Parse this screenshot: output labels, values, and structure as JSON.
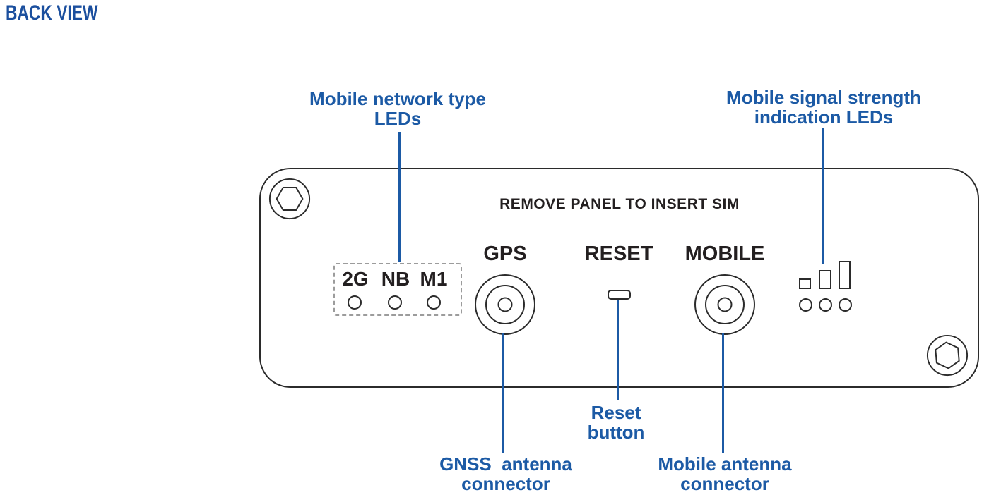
{
  "title": "BACK VIEW",
  "colors": {
    "accent_blue": "#1c5aa5",
    "ink": "#231f20",
    "dashed_gray": "#9c9c9c"
  },
  "callouts": {
    "network_type": "Mobile network type\nLEDs",
    "signal_strength": "Mobile signal strength\nindication LEDs",
    "reset": "Reset\nbutton",
    "gnss": "GNSS  antenna\nconnector",
    "mobile_antenna": "Mobile antenna\nconnector"
  },
  "panel": {
    "sim_notice": "REMOVE PANEL TO INSERT SIM",
    "gps_label": "GPS",
    "reset_label": "RESET",
    "mobile_label": "MOBILE",
    "network_leds": [
      {
        "label": "2G"
      },
      {
        "label": "NB"
      },
      {
        "label": "M1"
      }
    ],
    "signal_leds": {
      "bars": 3,
      "circles": 3
    }
  }
}
